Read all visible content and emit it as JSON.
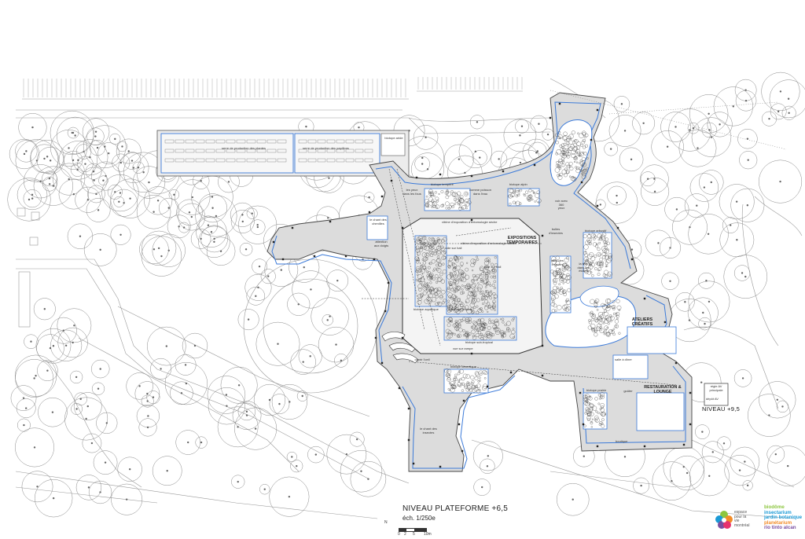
{
  "title": "NIVEAU PLATEFORME +6,5",
  "scale": "éch. 1/250e",
  "level_label": "NIVEAU +9,5",
  "scale_bar": {
    "north": "N",
    "ticks": [
      "0",
      "2",
      "5",
      "10m"
    ]
  },
  "logo": {
    "espace_lines": [
      "espace",
      "pour la",
      "vie",
      "montréal"
    ],
    "brand_lines": [
      "biodôme",
      "insectarium",
      "jardin botanique",
      "planétarium",
      "rio tinto alcan"
    ]
  },
  "room_labels": {
    "serre_plantes": "serre de production des plantes",
    "serre_papillons": "serre de production des papillons",
    "biotope_tempere": "biotope tempéré",
    "biotope_alpin": "biotope alpin",
    "biotope_arbustif": "biotope arbustif",
    "biotope_aquatique": "biotope aquatique",
    "biotope_tropical": "biotope tropical",
    "biotope_subtropical": "biotope sub-tropical",
    "biotope_desertique": "biotope désertique",
    "biotope_prairie": "biotope prairie",
    "biotope_aride": "biotope aride",
    "expositions": "EXPOSITIONS TEMPORAIRES",
    "ateliers": "ATELIERS CRÉATIFS",
    "restauration": "RESTAURATION & LOUNGE",
    "boutique": "boutique",
    "depot": "dépôt AV",
    "regie": "régie AV principale",
    "salle": "salle à dîner",
    "vitrine_entomo": "vitrine d'exposition d'entomologie sèche",
    "vitrine_entomo2": "vitrine d'exposition d'entomologie sèche",
    "vide_sur_hall": "vide sur hall",
    "vide_sur_hall2": "vide sur hall",
    "vue_sur_rampe": "vue sur rampe",
    "chant_chenilles": "le chant des chenilles",
    "chant_insectes": "le chant des insectes",
    "attention_doigts": "attention aux doigts",
    "ouvrir_oeil": "ouvrir l'oeil",
    "fourmis": "les yeux dans les fous",
    "poissons": "comme poisson dans l'eau",
    "huit": "voir avec 360 yeux",
    "bulles": "bulles d'insectes",
    "taille": "taille des insectes",
    "goutter": "goûter",
    "tete": "la tête dans les étoiles"
  }
}
